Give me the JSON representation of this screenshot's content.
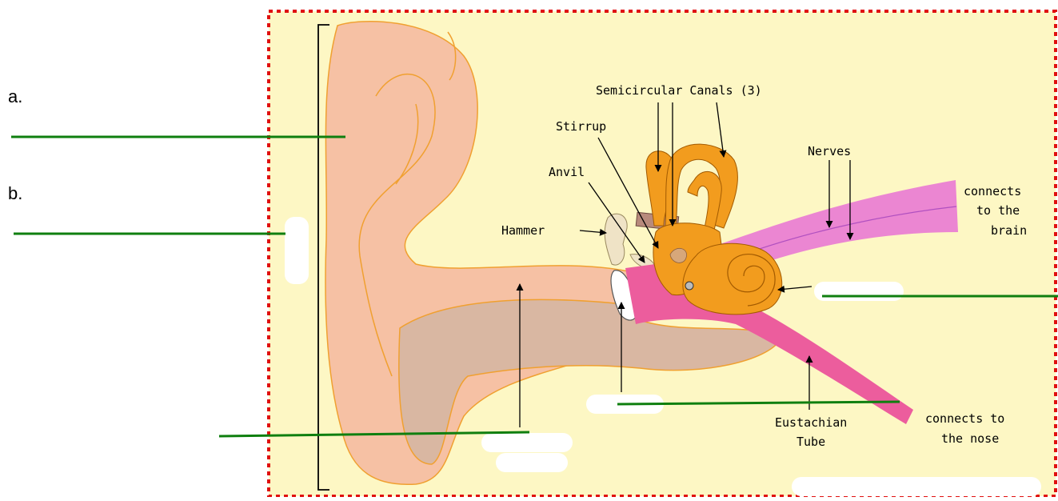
{
  "answer_letters": {
    "a": "a.",
    "b": "b."
  },
  "labels": {
    "semicircular": "Semicircular Canals (3)",
    "stirrup": "Stirrup",
    "nerves": "Nerves",
    "anvil": "Anvil",
    "hammer": "Hammer",
    "brain_line1": "connects",
    "brain_line2": "to the",
    "brain_line3": "brain",
    "eustachian_line1": "Eustachian",
    "eustachian_line2": "Tube",
    "nose_line1": "connects to",
    "nose_line2": "the nose"
  },
  "colors": {
    "border": "#e01010",
    "background": "#fdf7c4",
    "outer_ear": "#f6c1a4",
    "ear_outline": "#f0a030",
    "canal": "#d9b7a2",
    "inner_ear": "#f29c1e",
    "tube": "#ec5d9d",
    "nerve": "#eb86d2",
    "answer_line": "#0f7f0f"
  }
}
